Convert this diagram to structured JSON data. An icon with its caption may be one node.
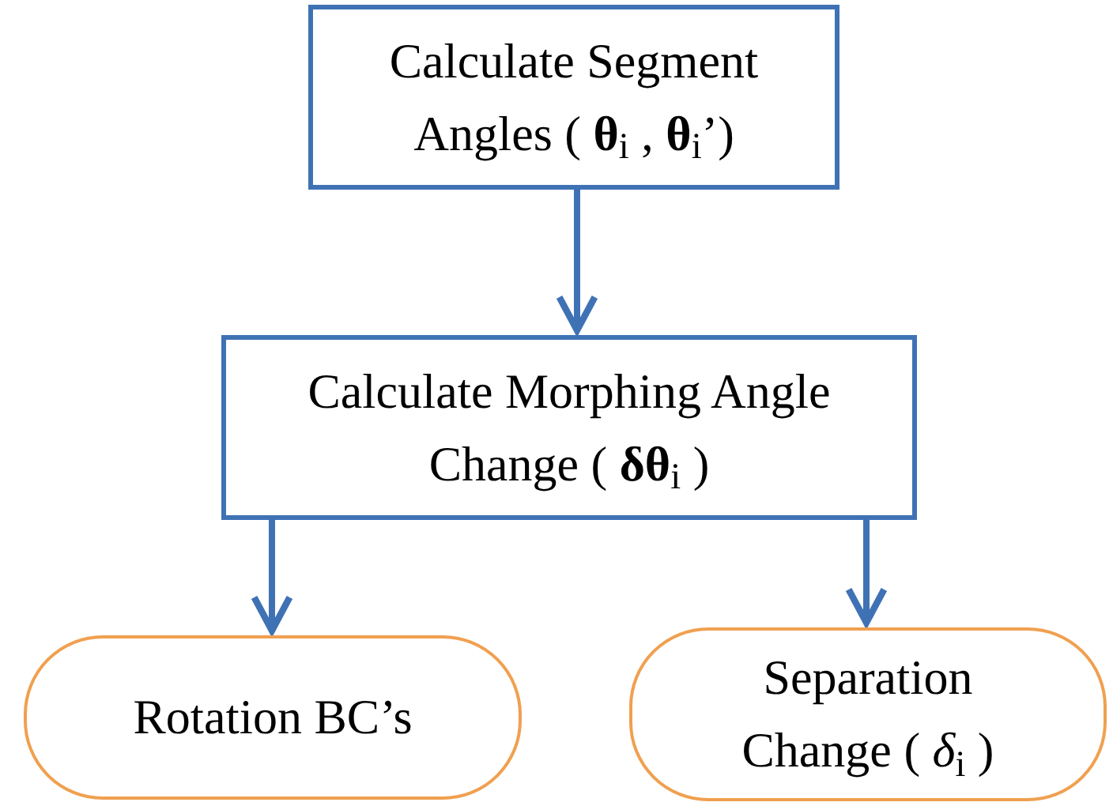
{
  "diagram": {
    "nodes": [
      {
        "text": [
          "Calculate Segment Angles ( **θ**$_{i}$ , **θ**$_{i}$’)"
        ]
      },
      {
        "text": [
          "Calculate Morphing Angle Change ( **δθ**$_{i}$ )"
        ]
      },
      {
        "text": [
          "Rotation BC’s"
        ]
      },
      {
        "text": [
          "Separation Change ( *δ*$_{i}$ )"
        ]
      }
    ],
    "edges": [
      {
        "from": 0,
        "to": 1,
        "arrow": "to"
      },
      {
        "from": 1,
        "to": 2,
        "arrow": "to"
      },
      {
        "from": 1,
        "to": 3,
        "arrow": "to"
      }
    ]
  }
}
